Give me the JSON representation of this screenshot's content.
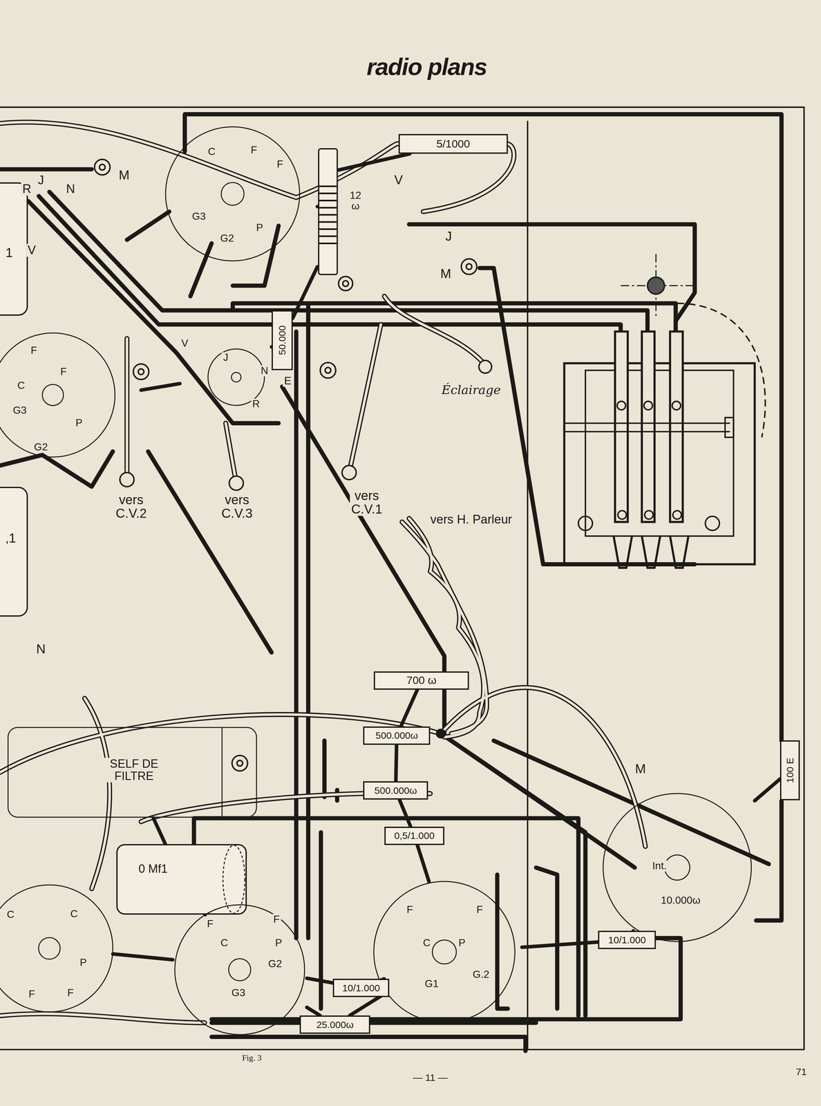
{
  "diagram": {
    "title": "radio plans",
    "caption": "Fig. 3",
    "nodes": [
      {
        "text": [
          "1"
        ]
      },
      {
        "text": [
          "C",
          "F",
          "F",
          "G3",
          "G2",
          "P"
        ]
      },
      {
        "text": [
          "5/1000"
        ]
      },
      {
        "text": [
          "12 ω"
        ]
      },
      {
        "text": [
          "F",
          "F",
          "C",
          "G3",
          "P",
          "G2"
        ]
      },
      {
        "text": [
          "V",
          "J",
          "N",
          "R"
        ]
      },
      {
        "text": [
          "50.000"
        ]
      },
      {
        "text": [
          ",1"
        ]
      },
      {
        "text": [
          "700 ω"
        ]
      },
      {
        "text": [
          "SELF DE FILTRE"
        ]
      },
      {
        "text": [
          "500.000ω"
        ]
      },
      {
        "text": [
          "500.000ω"
        ]
      },
      {
        "text": [
          "100 E"
        ]
      },
      {
        "text": [
          "0,5/1.000"
        ]
      },
      {
        "text": [
          "0 Mf1"
        ]
      },
      {
        "text": [
          "Int.",
          "10.000ω"
        ]
      },
      {
        "text": [
          "C",
          "C",
          "P",
          "F",
          "F"
        ]
      },
      {
        "text": [
          "F",
          "F",
          "C",
          "P",
          "G3",
          "G2"
        ]
      },
      {
        "text": [
          "10/1.000"
        ]
      },
      {
        "text": [
          "F",
          "F",
          "C",
          "P",
          "G1",
          "G.2"
        ]
      },
      {
        "text": [
          "10/1.000"
        ]
      },
      {
        "text": [
          "25.000ω"
        ]
      }
    ],
    "edges": [
      {
        "from": 1,
        "to": 2,
        "arrow": "none"
      },
      {
        "from": 1,
        "to": 3,
        "arrow": "none"
      },
      {
        "from": 3,
        "to": 6,
        "arrow": "none"
      },
      {
        "from": 6,
        "to": 5,
        "arrow": "none"
      },
      {
        "from": 5,
        "to": 4,
        "arrow": "none"
      },
      {
        "from": 8,
        "to": 10,
        "arrow": "none"
      },
      {
        "from": 10,
        "to": 11,
        "arrow": "none"
      },
      {
        "from": 11,
        "to": 13,
        "arrow": "none"
      },
      {
        "from": 13,
        "to": 19,
        "arrow": "none"
      },
      {
        "from": 14,
        "to": 17,
        "arrow": "none"
      },
      {
        "from": 17,
        "to": 20,
        "arrow": "none"
      },
      {
        "from": 20,
        "to": 19,
        "arrow": "none"
      },
      {
        "from": 19,
        "to": 18,
        "arrow": "none"
      },
      {
        "from": 18,
        "to": 15,
        "arrow": "none"
      },
      {
        "from": 15,
        "to": 12,
        "arrow": "none"
      },
      {
        "from": 17,
        "to": 21,
        "arrow": "none"
      },
      {
        "from": 21,
        "to": 19,
        "arrow": "none"
      },
      {
        "from": 9,
        "to": 14,
        "arrow": "none"
      },
      {
        "from": 16,
        "to": 17,
        "arrow": "none"
      }
    ],
    "labels": [
      "R",
      "J",
      "N",
      "V",
      "M",
      "V",
      "J",
      "M",
      "E",
      "Éclairage",
      "vers C.V.2",
      "vers C.V.3",
      "vers C.V.1",
      "vers H. Parleur",
      "N",
      "M",
      "— 11 —",
      "71"
    ]
  }
}
